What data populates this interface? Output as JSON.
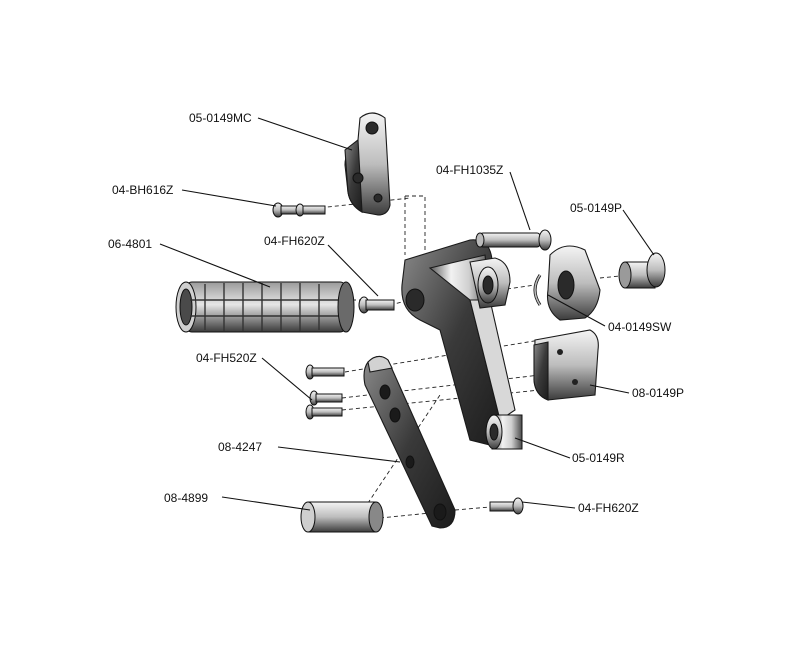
{
  "diagram": {
    "labels": {
      "mc": "05-0149MC",
      "bh616z": "04-BH616Z",
      "grip": "06-4801",
      "fh620z_top": "04-FH620Z",
      "fh1035z": "04-FH1035Z",
      "p05": "05-0149P",
      "sw": "04-0149SW",
      "fh520z": "04-FH520Z",
      "p08": "08-0149P",
      "lever": "08-4247",
      "r05": "05-0149R",
      "spacer": "08-4899",
      "fh620z_bottom": "04-FH620Z"
    }
  }
}
